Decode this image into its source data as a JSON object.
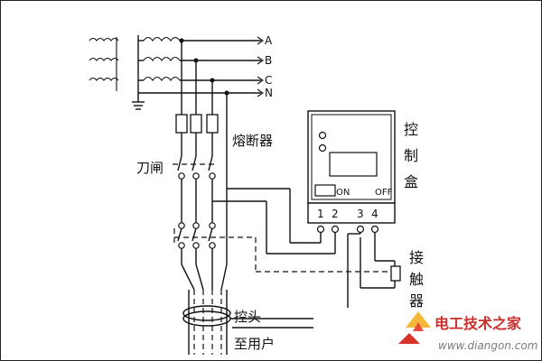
{
  "phases": [
    "A",
    "B",
    "C",
    "N"
  ],
  "labels": {
    "fuse": "熔断器",
    "knife_switch": "刀闸",
    "control_box": [
      "控",
      "制",
      "盒"
    ],
    "contactor": [
      "接",
      "触",
      "器"
    ],
    "tap": "控头",
    "to_user": "至用户"
  },
  "control_box": {
    "on_label": "ON",
    "off_label": "OFF",
    "terminals": [
      "1",
      "2",
      "3",
      "4"
    ]
  },
  "watermark": {
    "brand": "电工技术之家",
    "url": "www.diangon.com"
  }
}
